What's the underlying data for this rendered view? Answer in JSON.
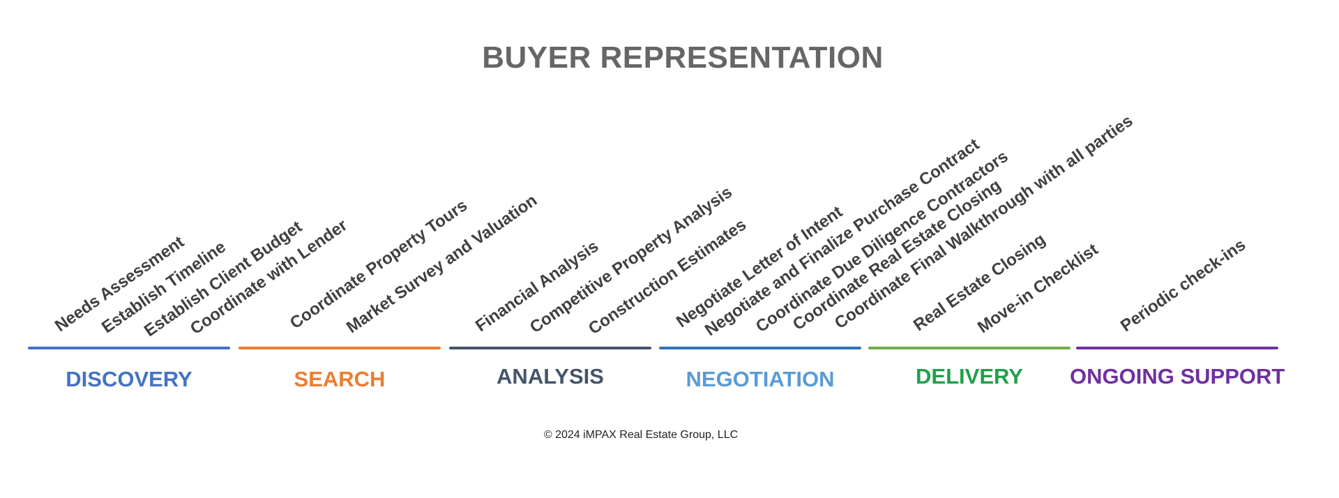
{
  "title": "BUYER REPRESENTATION",
  "phases": [
    {
      "label": "DISCOVERY",
      "color": "#4472C4"
    },
    {
      "label": "SEARCH",
      "color": "#ED7D31"
    },
    {
      "label": "ANALYSIS",
      "color": "#44546A"
    },
    {
      "label": "NEGOTIATION",
      "color": "#5B9BD5"
    },
    {
      "label": "DELIVERY",
      "color": "#21A04A"
    },
    {
      "label": "ONGOING SUPPORT",
      "color": "#7030A0"
    }
  ],
  "tasks": {
    "discovery": [
      "Needs Assessment",
      "Establish Timeline",
      "Establish Client Budget",
      "Coordinate with Lender"
    ],
    "search": [
      "Coordinate Property Tours",
      "Market Survey and Valuation"
    ],
    "analysis": [
      "Financial Analysis",
      "Competitive Property Analysis",
      "Construction Estimates"
    ],
    "negotiation": [
      "Negotiate Letter of Intent",
      "Negotiate and Finalize Purchase Contract",
      "Coordinate Due Diligence Contractors",
      "Coordinate Real Estate Closing",
      "Coordinate Final Walkthrough with all parties"
    ],
    "delivery": [
      "Real Estate Closing",
      "Move-in Checklist"
    ],
    "ongoing_support": [
      "Periodic check-ins"
    ]
  },
  "footer": "© 2024 iMPAX Real Estate Group, LLC"
}
